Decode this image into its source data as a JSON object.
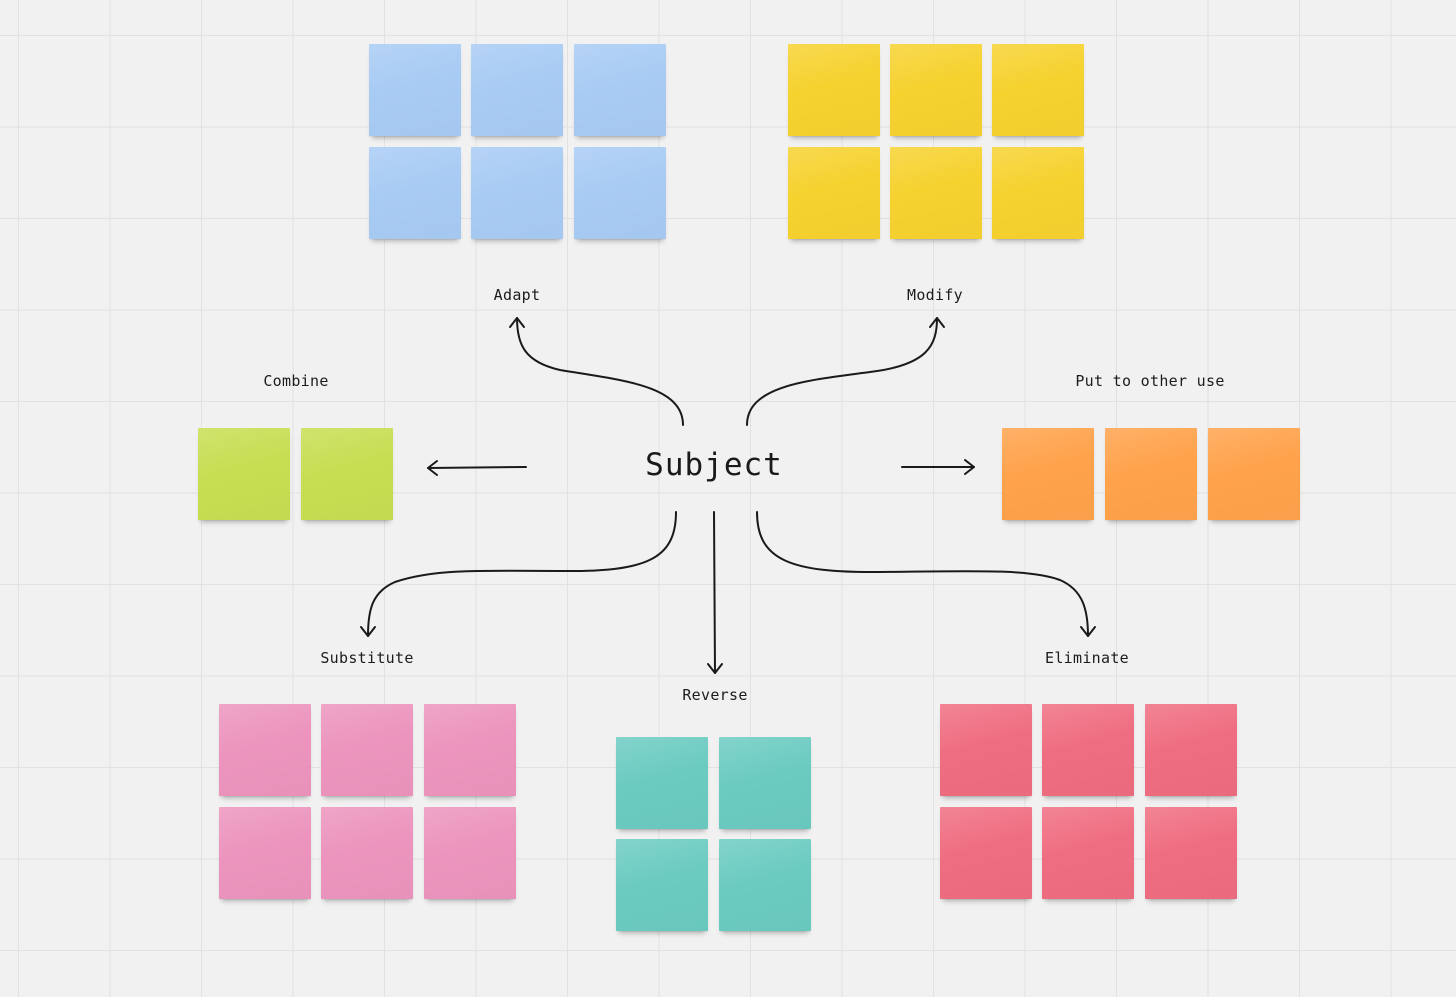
{
  "center": {
    "label": "Subject"
  },
  "branches": {
    "adapt": {
      "label": "Adapt",
      "color": "#a8cbf4",
      "note_count": 6
    },
    "modify": {
      "label": "Modify",
      "color": "#f6d22f",
      "note_count": 6
    },
    "combine": {
      "label": "Combine",
      "color": "#c7de52",
      "note_count": 2
    },
    "put_to_other_use": {
      "label": "Put to other use",
      "color": "#ffa24b",
      "note_count": 3
    },
    "substitute": {
      "label": "Substitute",
      "color": "#ec94bd",
      "note_count": 6
    },
    "reverse": {
      "label": "Reverse",
      "color": "#6bcbc1",
      "note_count": 4
    },
    "eliminate": {
      "label": "Eliminate",
      "color": "#ef6d80",
      "note_count": 6
    }
  },
  "colors": {
    "background": "#f1f1f1",
    "grid_line": "#e1e1e1",
    "connector": "#1a1a1a"
  }
}
